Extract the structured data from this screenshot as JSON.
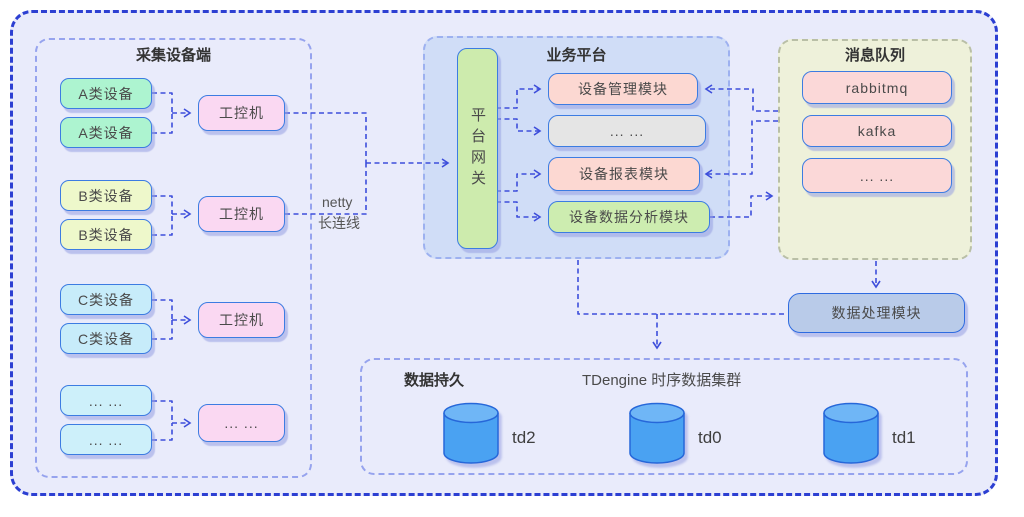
{
  "collector": {
    "title": "采集设备端",
    "devices": [
      {
        "label": "A类设备"
      },
      {
        "label": "A类设备"
      },
      {
        "label": "B类设备"
      },
      {
        "label": "B类设备"
      },
      {
        "label": "C类设备"
      },
      {
        "label": "C类设备"
      },
      {
        "label": "... ..."
      },
      {
        "label": "... ..."
      }
    ],
    "controllers": [
      {
        "label": "工控机"
      },
      {
        "label": "工控机"
      },
      {
        "label": "工控机"
      },
      {
        "label": "... ..."
      }
    ]
  },
  "link": {
    "protocol": "netty",
    "mode": "长连线"
  },
  "gateway": {
    "label": "平台网关"
  },
  "business": {
    "title": "业务平台",
    "modules": [
      {
        "label": "设备管理模块"
      },
      {
        "label": "... ..."
      },
      {
        "label": "设备报表模块"
      },
      {
        "label": "设备数据分析模块"
      }
    ]
  },
  "queue": {
    "title": "消息队列",
    "items": [
      {
        "label": "rabbitmq"
      },
      {
        "label": "kafka"
      },
      {
        "label": "... ..."
      }
    ]
  },
  "processing": {
    "label": "数据处理模块"
  },
  "persistence": {
    "title": "数据持久",
    "cluster_label": "TDengine 时序数据集群",
    "nodes": [
      {
        "label": "td2"
      },
      {
        "label": "td0"
      },
      {
        "label": "td1"
      }
    ]
  },
  "colors": {
    "background": "#e9ebfb",
    "outer_border": "#2c3fd2",
    "connector": "#3d4edb",
    "device_a": "#adf4d0",
    "device_b": "#eef8cb",
    "device_c": "#c7ecfa",
    "ipc": "#fad8f2",
    "module_pink": "#fcd8d2",
    "module_gray": "#e5e5e5",
    "module_green": "#cdedb0",
    "queue_item": "#fbd8d8",
    "queue_panel": "#eef1da",
    "business_panel": "#d0ddf7",
    "processing": "#b9cbe9",
    "cylinder": "#4aa2f2"
  }
}
